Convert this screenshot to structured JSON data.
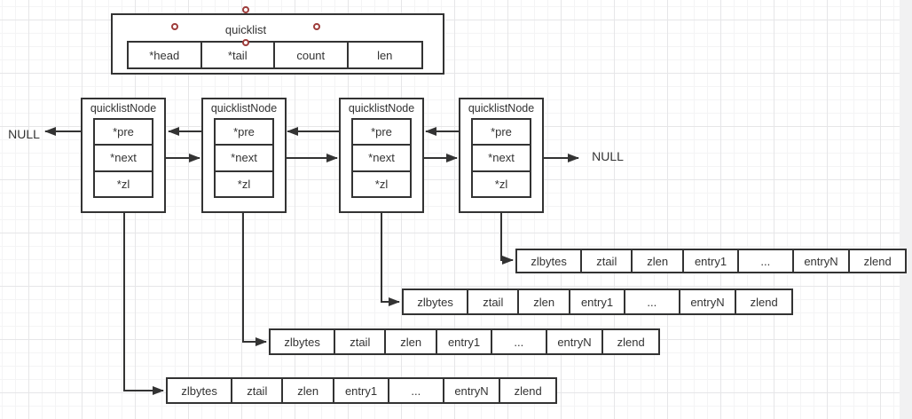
{
  "quicklist": {
    "title": "quicklist",
    "fields": [
      "*head",
      "*tail",
      "count",
      "len"
    ]
  },
  "nodes": [
    {
      "title": "quicklistNode",
      "fields": [
        "*pre",
        "*next",
        "*zl"
      ]
    },
    {
      "title": "quicklistNode",
      "fields": [
        "*pre",
        "*next",
        "*zl"
      ]
    },
    {
      "title": "quicklistNode",
      "fields": [
        "*pre",
        "*next",
        "*zl"
      ]
    },
    {
      "title": "quicklistNode",
      "fields": [
        "*pre",
        "*next",
        "*zl"
      ]
    }
  ],
  "null_labels": {
    "left": "NULL",
    "right": "NULL"
  },
  "ziplists": [
    {
      "cells": [
        "zlbytes",
        "ztail",
        "zlen",
        "entry1",
        "...",
        "entryN",
        "zlend"
      ]
    },
    {
      "cells": [
        "zlbytes",
        "ztail",
        "zlen",
        "entry1",
        "...",
        "entryN",
        "zlend"
      ]
    },
    {
      "cells": [
        "zlbytes",
        "ztail",
        "zlen",
        "entry1",
        "...",
        "entryN",
        "zlend"
      ]
    },
    {
      "cells": [
        "zlbytes",
        "ztail",
        "zlen",
        "entry1",
        "...",
        "entryN",
        "zlend"
      ]
    }
  ],
  "colors": {
    "line": "#333333",
    "text": "#333333",
    "connection_dot": "#9e3d3b",
    "grid_minor": "#f4f4f5",
    "grid_major": "#e6e6e8",
    "canvas_edge": "#f1f1f2"
  }
}
